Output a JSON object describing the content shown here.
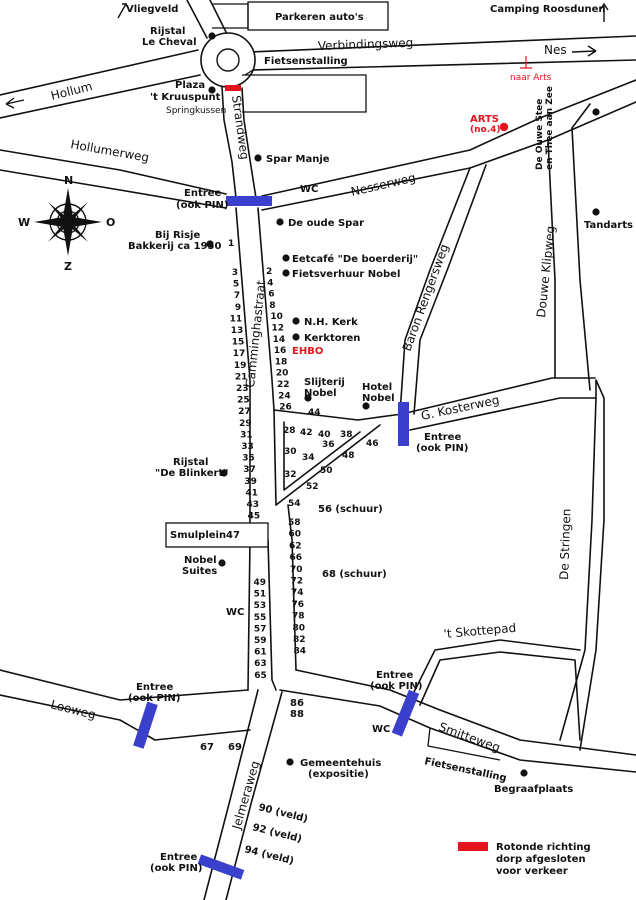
{
  "colors": {
    "road": "#111111",
    "red": "#e3141e",
    "entrance": "#3a3fcc"
  },
  "top": {
    "vliegveld": "Vliegveld",
    "parkeren": "Parkeren auto's",
    "camping": "Camping Roosdunen",
    "rijstal_cheval_1": "Rijstal",
    "rijstal_cheval_2": "Le Cheval",
    "fietsenstalling_top": "Fietsenstalling",
    "plaza_1": "Plaza",
    "plaza_2": "'t Kruuspunt",
    "springkussen": "Springkussen",
    "arts_1": "ARTS",
    "arts_2": "(no.4)",
    "naar_arts": "naar Arts"
  },
  "streets": {
    "verbindingsweg": "Verbindingsweg",
    "nes": "Nes",
    "hollum": "Hollum",
    "strandweg": "Strandweg",
    "hollumerweg": "Hollumerweg",
    "nesserweg": "Nesserweg",
    "baron_rengersweg": "Baron Rengersweg",
    "douwe_klipweg": "Douwe Klipweg",
    "camminghastraat": "Camminghastraat",
    "g_kosterweg": "G. Kosterweg",
    "de_stringen": "De Stringen",
    "skottepad": "'t Skottepad",
    "looweg": "Looweg",
    "smitteweg": "Smitteweg",
    "jelmeraweg": "Jelmeraweg",
    "fietsenstalling_bottom": "Fietsenstalling"
  },
  "places": {
    "spar_manje": "Spar Manje",
    "wc_top": "WC",
    "entree_top_1": "Entree",
    "entree_top_2": "(ook PIN)",
    "oude_spar": "De oude Spar",
    "bij_risje_1": "Bij Risje",
    "bij_risje_2": "Bakkerij ca 1950",
    "eetcafe": "Eetcafé \"De boerderij\"",
    "fietsverhuur": "Fietsverhuur Nobel",
    "nh_kerk": "N.H. Kerk",
    "kerktoren": "Kerktoren",
    "ehbo": "EHBO",
    "slijterij_1": "Slijterij",
    "slijterij_2": "Nobel",
    "hotel_1": "Hotel",
    "hotel_2": "Nobel",
    "entree_mid_1": "Entree",
    "entree_mid_2": "(ook PIN)",
    "rijstal_blinkert_1": "Rijstal",
    "rijstal_blinkert_2": "\"De Blinkert\"",
    "smulplein": "Smulplein",
    "smulplein_num": "47",
    "nobel_suites_1": "Nobel",
    "nobel_suites_2": "Suites",
    "wc_mid": "WC",
    "schuur_56": "56 (schuur)",
    "schuur_68": "68 (schuur)",
    "entree_bl_1": "Entree",
    "entree_bl_2": "(ook PIN)",
    "entree_br_1": "Entree",
    "entree_br_2": "(ook PIN)",
    "wc_bottom": "WC",
    "gemeentehuis_1": "Gemeentehuis",
    "gemeentehuis_2": "(expositie)",
    "begraafplaats": "Begraafplaats",
    "entree_bottom_1": "Entree",
    "entree_bottom_2": "(ook PIN)",
    "ouwe_stee_1": "De Ouwe Stee",
    "ouwe_stee_2": "en Thee aan Zee",
    "tandarts": "Tandarts",
    "n67": "67",
    "n69": "69",
    "n86": "86",
    "n88": "88",
    "n90": "90 (veld)",
    "n92": "92 (veld)",
    "n94": "94 (veld)"
  },
  "compass": {
    "n": "N",
    "z": "Z",
    "w": "W",
    "o": "O"
  },
  "legend": {
    "line1": "Rotonde richting",
    "line2": "dorp afgesloten",
    "line3": "voor verkeer"
  },
  "house_numbers": {
    "n1": "1",
    "west": [
      "3",
      "5",
      "7",
      "9",
      "11",
      "13",
      "15",
      "17",
      "19",
      "21",
      "23",
      "25",
      "27",
      "29",
      "31",
      "33",
      "35",
      "37",
      "39",
      "41",
      "43",
      "45"
    ],
    "east": [
      "2",
      "4",
      "6",
      "8",
      "10",
      "12",
      "14",
      "16",
      "18",
      "20",
      "22",
      "24",
      "26"
    ],
    "inner": {
      "n28": "28",
      "n30": "30",
      "n32": "32",
      "n34": "34",
      "n36": "36",
      "n38": "38",
      "n40": "40",
      "n42": "42",
      "n44": "44",
      "n46": "46",
      "n48": "48",
      "n50": "50",
      "n52": "52",
      "n54": "54"
    },
    "east2": [
      "58",
      "60",
      "62",
      "66",
      "70",
      "72",
      "74",
      "76",
      "78",
      "80",
      "82",
      "84"
    ],
    "west2": [
      "49",
      "51",
      "53",
      "55",
      "57",
      "59",
      "61",
      "63",
      "65"
    ]
  }
}
